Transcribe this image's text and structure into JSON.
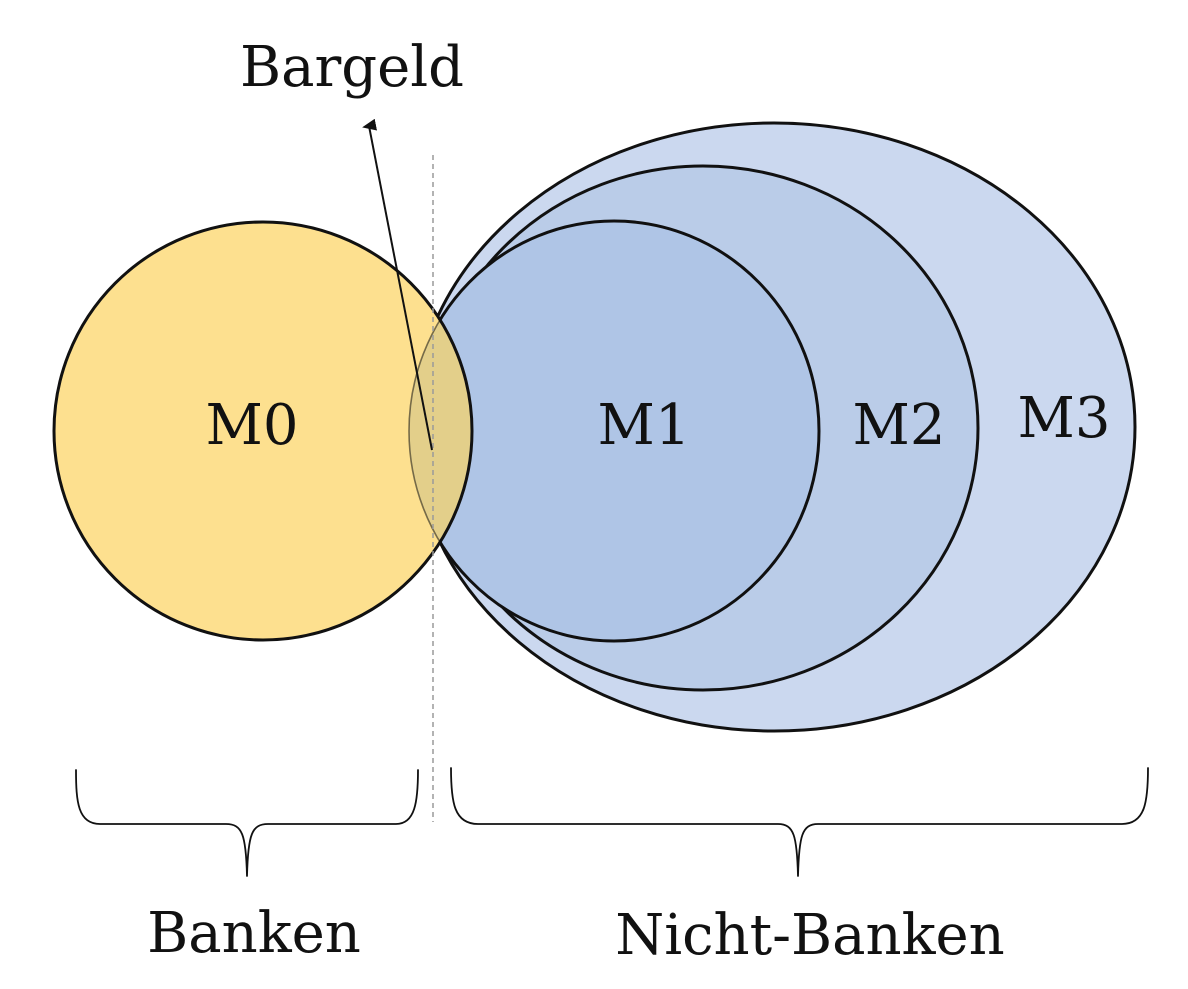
{
  "labels": {
    "m0": "M0",
    "m1": "M1",
    "m2": "M2",
    "m3": "M3",
    "bargeld": "Bargeld",
    "banken": "Banken",
    "nicht_banken": "Nicht-Banken"
  },
  "colors": {
    "m0_fill": "#FDE08F",
    "m3_fill": "#CBD8EF",
    "m2_fill": "#BACCE8",
    "m1_fill": "#AFC5E6",
    "overlap_fill": "#E3CF8A",
    "outline": "#111111",
    "divider": "#9A9A9A"
  }
}
